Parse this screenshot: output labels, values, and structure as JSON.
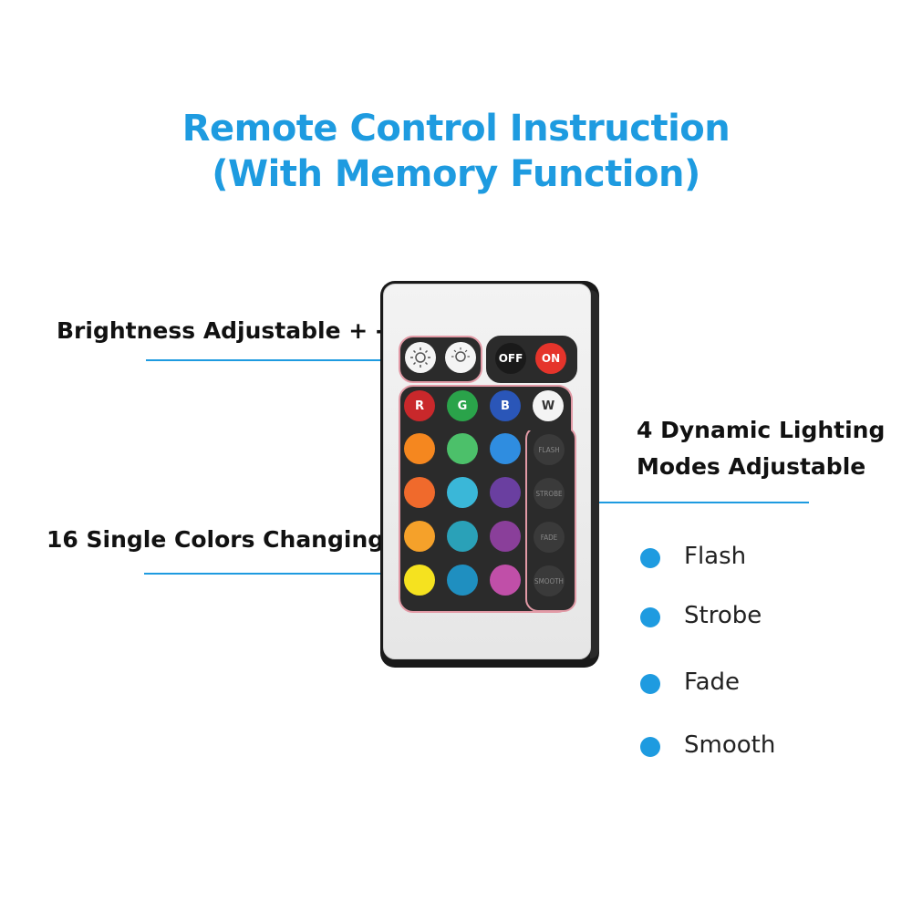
{
  "title": {
    "line1": "Remote Control Instruction",
    "line2": "(With Memory Function)"
  },
  "callouts": {
    "brightness": "Brightness Adjustable + -",
    "colors": "16 Single Colors Changing",
    "modes_line1": "4 Dynamic Lighting",
    "modes_line2": "Modes Adjustable"
  },
  "modes": [
    "Flash",
    "Strobe",
    "Fade",
    "Smooth"
  ],
  "remote": {
    "off_label": "OFF",
    "on_label": "ON",
    "rgbw": [
      "R",
      "G",
      "B",
      "W"
    ],
    "mode_buttons": [
      "FLASH",
      "STROBE",
      "FADE",
      "SMOOTH"
    ],
    "color_grid": [
      [
        "#f5871f",
        "#4cc06a",
        "#2f8de0"
      ],
      [
        "#f06a2c",
        "#3ab7d8",
        "#6a3fa0"
      ],
      [
        "#f5a12a",
        "#2aa1b8",
        "#8a3f9a"
      ],
      [
        "#f5e21f",
        "#1f8fc0",
        "#c04fa8"
      ]
    ]
  },
  "colors": {
    "accent": "#1e9be0"
  }
}
